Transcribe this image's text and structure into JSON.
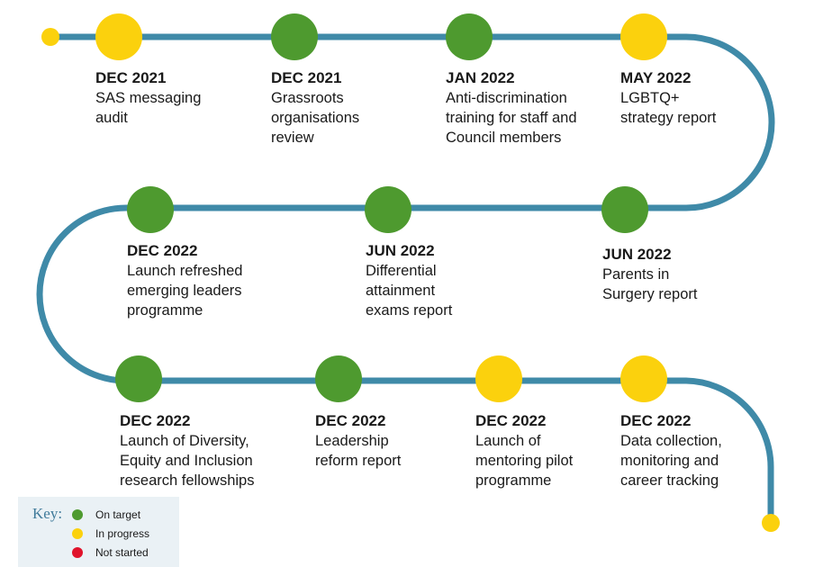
{
  "colors": {
    "road": "#3f8aa8",
    "on_target": "#4e9a2f",
    "in_progress": "#fbd10d",
    "not_started": "#e0132b"
  },
  "milestones": [
    {
      "date": "DEC 2021",
      "description": "SAS messaging audit",
      "lines": [
        "SAS messaging",
        "audit"
      ],
      "status": "in_progress"
    },
    {
      "date": "DEC 2021",
      "description": "Grassroots organisations review",
      "lines": [
        "Grassroots",
        "organisations",
        "review"
      ],
      "status": "on_target"
    },
    {
      "date": "JAN 2022",
      "description": "Anti-discrimination training for staff and Council members",
      "lines": [
        "Anti-discrimination",
        "training for staff and",
        "Council members"
      ],
      "status": "on_target"
    },
    {
      "date": "MAY 2022",
      "description": "LGBTQ+ strategy report",
      "lines": [
        "LGBTQ+",
        "strategy report"
      ],
      "status": "in_progress"
    },
    {
      "date": "JUN 2022",
      "description": "Parents in Surgery report",
      "lines": [
        "Parents in",
        "Surgery report"
      ],
      "status": "on_target"
    },
    {
      "date": "JUN 2022",
      "description": "Differential attainment exams report",
      "lines": [
        "Differential",
        "attainment",
        "exams report"
      ],
      "status": "on_target"
    },
    {
      "date": "DEC 2022",
      "description": "Launch refreshed emerging leaders programme",
      "lines": [
        "Launch refreshed",
        "emerging leaders",
        "programme"
      ],
      "status": "on_target"
    },
    {
      "date": "DEC 2022",
      "description": "Launch of Diversity, Equity and Inclusion research fellowships",
      "lines": [
        "Launch of Diversity,",
        "Equity and Inclusion",
        "research fellowships"
      ],
      "status": "on_target"
    },
    {
      "date": "DEC 2022",
      "description": "Leadership reform report",
      "lines": [
        "Leadership",
        "reform report"
      ],
      "status": "on_target"
    },
    {
      "date": "DEC 2022",
      "description": "Launch of mentoring pilot programme",
      "lines": [
        "Launch of",
        "mentoring pilot",
        "programme"
      ],
      "status": "in_progress"
    },
    {
      "date": "DEC 2022",
      "description": "Data collection, monitoring and career tracking",
      "lines": [
        "Data collection,",
        "monitoring and",
        "career tracking"
      ],
      "status": "in_progress"
    }
  ],
  "key": {
    "title": "Key:",
    "items": [
      {
        "label": "On target",
        "status": "on_target"
      },
      {
        "label": "In progress",
        "status": "in_progress"
      },
      {
        "label": "Not started",
        "status": "not_started"
      }
    ]
  }
}
